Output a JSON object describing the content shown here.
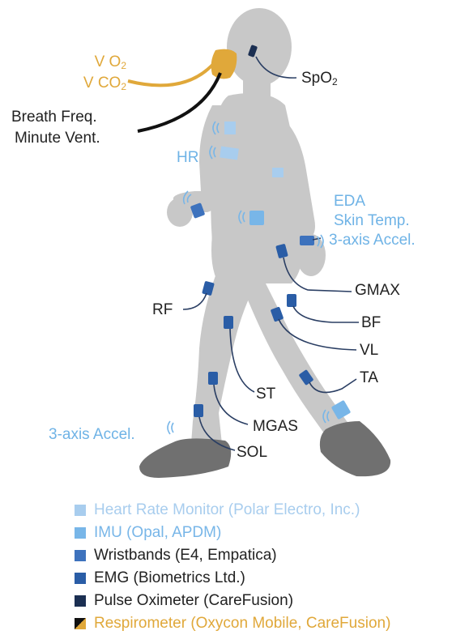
{
  "colors": {
    "body": "#c8c8c8",
    "shoe": "#707070",
    "heart_rate": "#a8cdee",
    "imu": "#78b6e8",
    "wristband": "#3d72bd",
    "emg": "#2a5da6",
    "pulse_ox": "#1b2f52",
    "respirometer": "#e0a83a",
    "line_dark": "#2a3e63"
  },
  "labels": {
    "vo2_v": "V",
    "vo2_main": "O",
    "vo2_sub": "2",
    "vco2_v": "V",
    "vco2_main": "CO",
    "vco2_sub": "2",
    "breath_freq": "Breath Freq.",
    "minute_vent": "Minute Vent.",
    "spo2_main": "SpO",
    "spo2_sub": "2",
    "hr": "HR",
    "eda": "EDA",
    "skin_temp": "Skin Temp.",
    "accel_wrist": "3-axis Accel.",
    "gmax": "GMAX",
    "rf": "RF",
    "bf": "BF",
    "vl": "VL",
    "ta": "TA",
    "st": "ST",
    "mgas": "MGAS",
    "sol": "SOL",
    "accel_ankle": "3-axis Accel."
  },
  "legend": [
    {
      "label": "Heart Rate Monitor (Polar Electro, Inc.)",
      "color": "#a8cdee",
      "text_color": "#a8cdee"
    },
    {
      "label": "IMU (Opal, APDM)",
      "color": "#78b6e8",
      "text_color": "#78b6e8"
    },
    {
      "label": "Wristbands (E4, Empatica)",
      "color": "#3d72bd",
      "text_color": "#222222"
    },
    {
      "label": "EMG (Biometrics Ltd.)",
      "color": "#2a5da6",
      "text_color": "#222222"
    },
    {
      "label": "Pulse Oximeter (CareFusion)",
      "color": "#1b2f52",
      "text_color": "#222222"
    },
    {
      "label": "Respirometer (Oxycon Mobile, CareFusion)",
      "color": "#e0a83a",
      "text_color": "#e0a83a"
    }
  ]
}
